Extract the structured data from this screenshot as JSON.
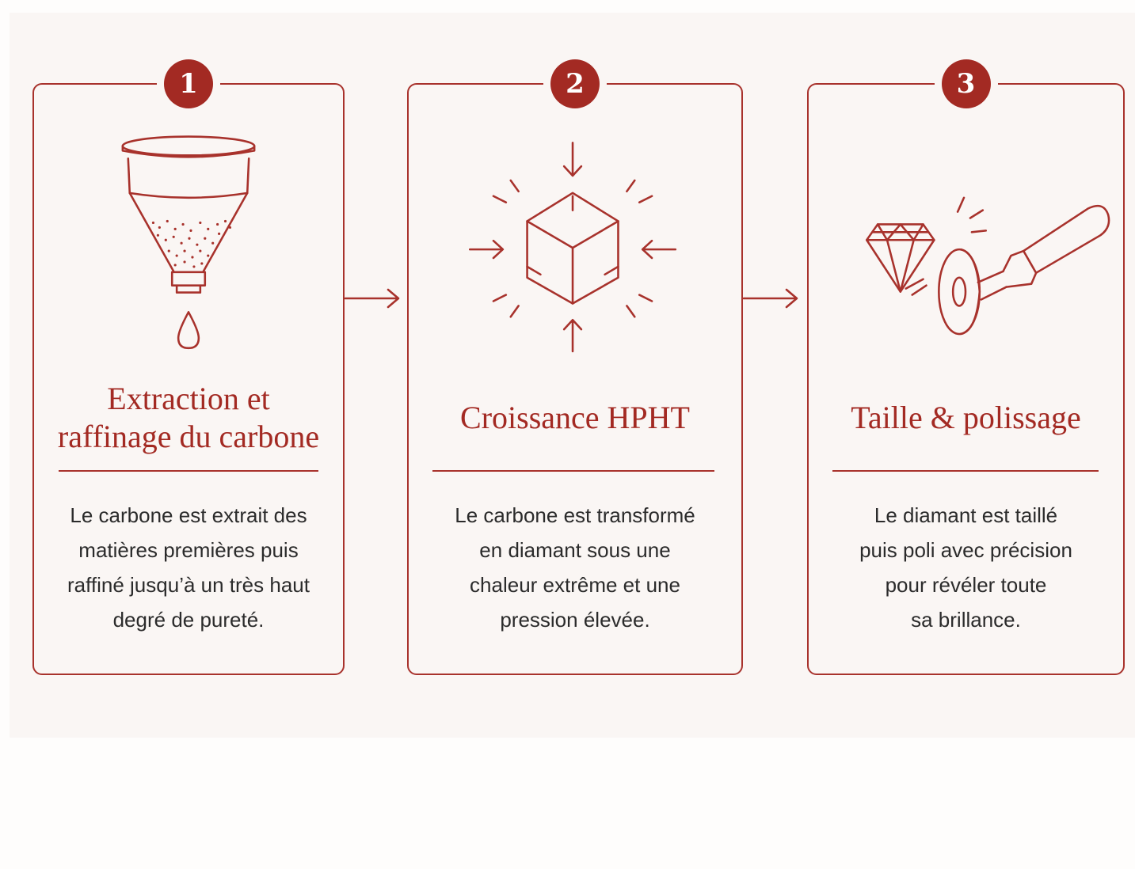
{
  "steps": [
    {
      "number": "1",
      "icon": "funnel-drop-icon",
      "title": "Extraction et\nraffinage du carbone",
      "description": "Le carbone est extrait des\nmatières premières puis\nraffiné jusqu’à un très haut\ndegré de pureté."
    },
    {
      "number": "2",
      "icon": "cube-pressure-icon",
      "title": "Croissance HPHT",
      "description": "Le carbone est transformé\nen diamant sous une\nchaleur extrême et une\npression élevée."
    },
    {
      "number": "3",
      "icon": "diamond-polishing-icon",
      "title": "Taille & polissage",
      "description": "Le diamant est taillé\npuis poli avec précision\npour révéler toute\nsa brillance."
    }
  ],
  "colors": {
    "accent": "#a32a23",
    "text": "#2b2b2b",
    "background": "#faf6f4"
  }
}
